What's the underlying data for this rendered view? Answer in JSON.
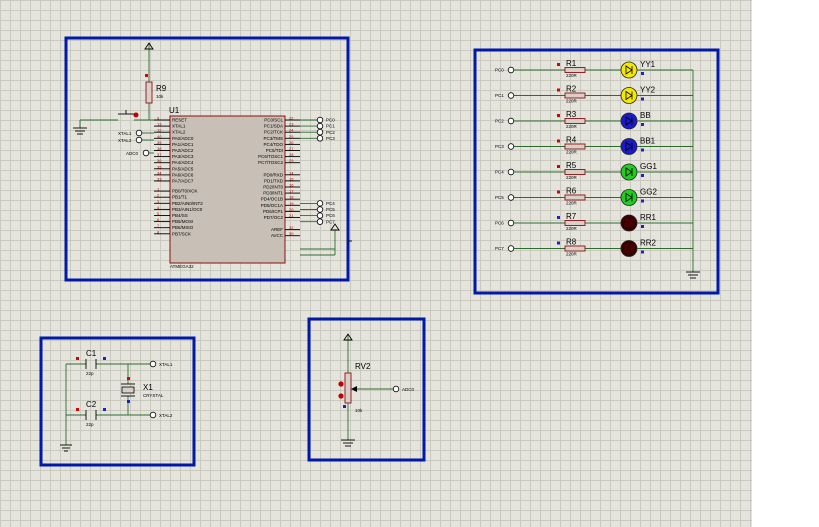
{
  "mcu": {
    "ref": "U1",
    "part": "ATMEGA32",
    "left_pins": [
      {
        "num": "9",
        "name": "RESET"
      },
      {
        "num": "13",
        "name": "XTAL1"
      },
      {
        "num": "12",
        "name": "XTAL2"
      },
      {
        "num": "40",
        "name": "PA0/ADC0"
      },
      {
        "num": "39",
        "name": "PA1/ADC1"
      },
      {
        "num": "38",
        "name": "PA2/ADC2"
      },
      {
        "num": "37",
        "name": "PA3/ADC3"
      },
      {
        "num": "36",
        "name": "PA4/ADC4"
      },
      {
        "num": "35",
        "name": "PA5/ADC5"
      },
      {
        "num": "34",
        "name": "PA6/ADC6"
      },
      {
        "num": "33",
        "name": "PA7/ADC7"
      },
      {
        "num": "1",
        "name": "PB0/T0/XCK"
      },
      {
        "num": "2",
        "name": "PB1/T1"
      },
      {
        "num": "3",
        "name": "PB2/AIN0/INT2"
      },
      {
        "num": "4",
        "name": "PB3/AIN1/OC0"
      },
      {
        "num": "5",
        "name": "PB4/SS"
      },
      {
        "num": "6",
        "name": "PB5/MOSI"
      },
      {
        "num": "7",
        "name": "PB6/MISO"
      },
      {
        "num": "8",
        "name": "PB7/SCK"
      }
    ],
    "right_pins": [
      {
        "num": "22",
        "name": "PC0/SCL"
      },
      {
        "num": "23",
        "name": "PC1/SDA"
      },
      {
        "num": "24",
        "name": "PC2/TCK"
      },
      {
        "num": "25",
        "name": "PC3/TMS"
      },
      {
        "num": "26",
        "name": "PC4/TDO"
      },
      {
        "num": "27",
        "name": "PC5/TDI"
      },
      {
        "num": "28",
        "name": "PC6/TOSC1"
      },
      {
        "num": "29",
        "name": "PC7/TOSC2"
      },
      {
        "num": "14",
        "name": "PD0/RXD"
      },
      {
        "num": "15",
        "name": "PD1/TXD"
      },
      {
        "num": "16",
        "name": "PD2/INT0"
      },
      {
        "num": "17",
        "name": "PD3/INT1"
      },
      {
        "num": "18",
        "name": "PD4/OC1B"
      },
      {
        "num": "19",
        "name": "PD5/OC1A"
      },
      {
        "num": "20",
        "name": "PD6/ICP1"
      },
      {
        "num": "21",
        "name": "PD7/OC2"
      },
      {
        "num": "32",
        "name": "AREF"
      },
      {
        "num": "30",
        "name": "AVCC"
      }
    ],
    "left_terminals": [
      "XTAL1",
      "XTAL2",
      "ADC0"
    ],
    "right_terminals": [
      "PC0",
      "PC1",
      "PC2",
      "PC3",
      "PC4",
      "PC5",
      "PC6",
      "PC7"
    ]
  },
  "reset": {
    "ref": "R9",
    "value": "10k"
  },
  "led_panel": {
    "rows": [
      {
        "port": "PC0",
        "res": "R1",
        "res_val": "220R",
        "led": "YY1",
        "color": "#f5e800"
      },
      {
        "port": "PC1",
        "res": "R2",
        "res_val": "220R",
        "led": "YY2",
        "color": "#f5e800"
      },
      {
        "port": "PC2",
        "res": "R3",
        "res_val": "220R",
        "led": "BB",
        "color": "#1a1acc"
      },
      {
        "port": "PC3",
        "res": "R4",
        "res_val": "220R",
        "led": "BB1",
        "color": "#1a1acc"
      },
      {
        "port": "PC4",
        "res": "R5",
        "res_val": "220R",
        "led": "GG1",
        "color": "#22cc22"
      },
      {
        "port": "PC5",
        "res": "R6",
        "res_val": "220R",
        "led": "GG2",
        "color": "#22cc22"
      },
      {
        "port": "PC6",
        "res": "R7",
        "res_val": "220R",
        "led": "RR1",
        "color": "#3a0000"
      },
      {
        "port": "PC7",
        "res": "R8",
        "res_val": "220R",
        "led": "RR2",
        "color": "#3a0000"
      }
    ]
  },
  "crystal": {
    "c1": "C1",
    "c1_val": "22p",
    "c2": "C2",
    "c2_val": "22p",
    "x1": "X1",
    "x1_val": "CRYSTAL",
    "t1": "XTAL1",
    "t2": "XTAL2"
  },
  "pot": {
    "ref": "RV2",
    "value": "10k",
    "terminal": "ADC0"
  },
  "colors": {
    "frame": "#0019a8",
    "wire": "#2f6b2f",
    "chip_fill": "#c8bfb6",
    "chip_border": "#8b1010",
    "pin_number": "#b00000"
  }
}
